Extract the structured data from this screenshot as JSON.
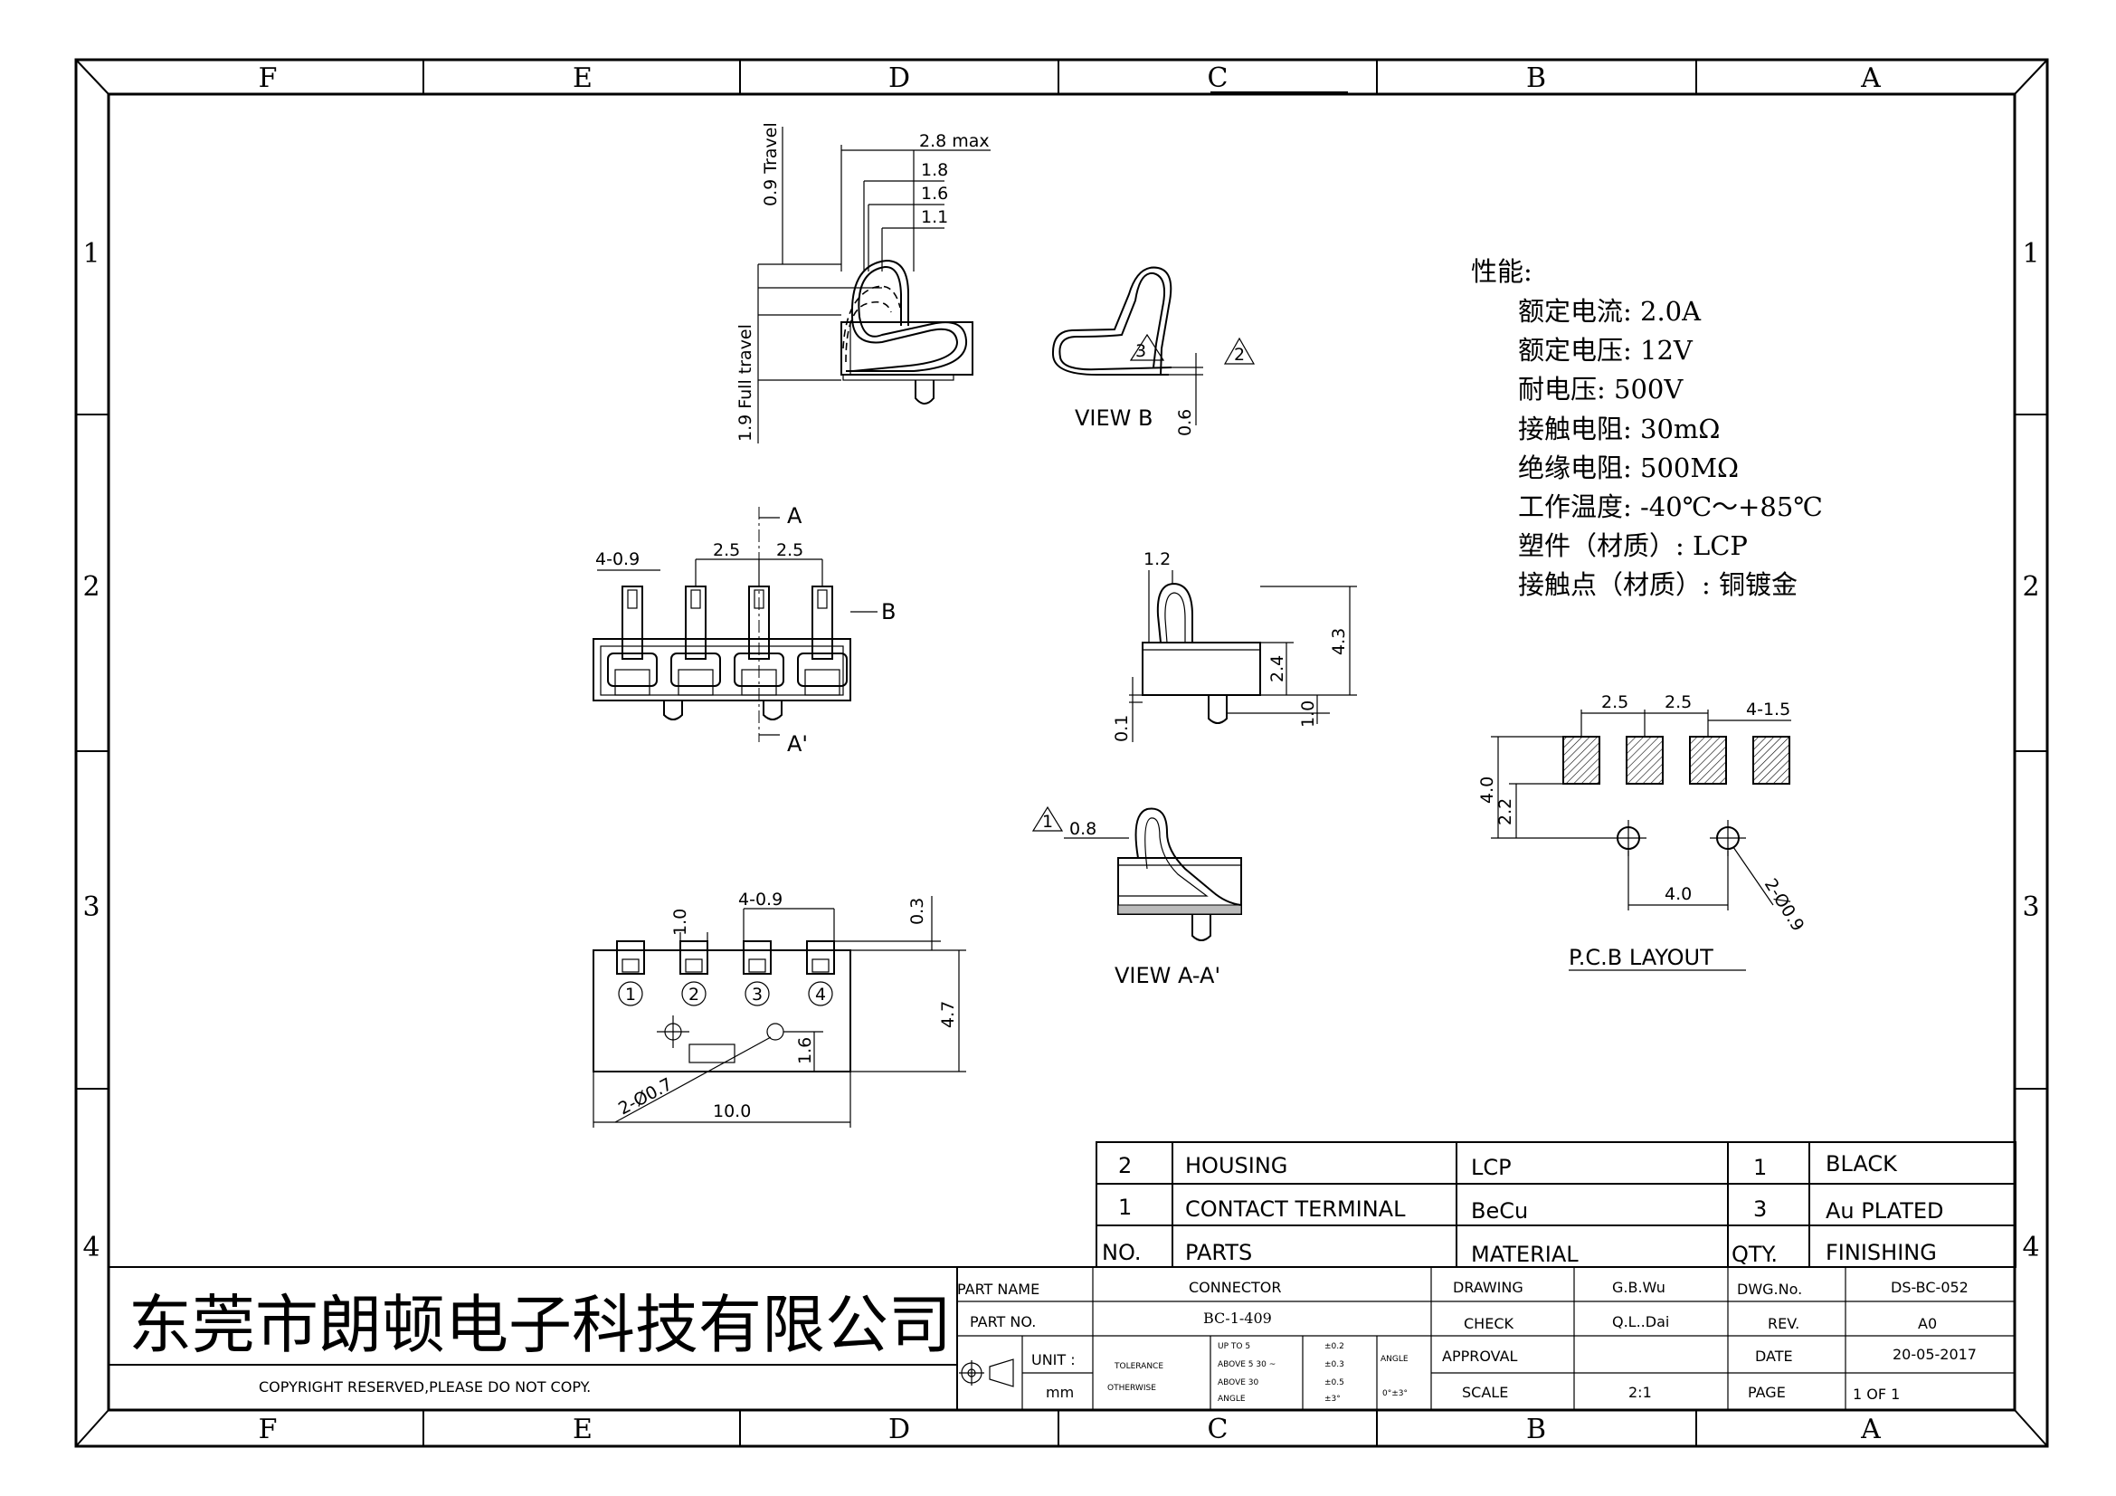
{
  "zones": {
    "columns": [
      "F",
      "E",
      "D",
      "C",
      "B",
      "A"
    ],
    "rows": [
      "1",
      "2",
      "3",
      "4"
    ]
  },
  "dimensions": {
    "side": {
      "travel": "0.9 Travel",
      "full_travel": "1.9 Full travel",
      "d28": "2.8 max",
      "d18": "1.8",
      "d16": "1.6",
      "d11": "1.1"
    },
    "view_b": {
      "title": "VIEW  B",
      "d06": "0.6",
      "mark3": "3",
      "mark2": "2"
    },
    "top": {
      "pin": "4-0.9",
      "p1": "2.5",
      "p2": "2.5",
      "A": "A",
      "A2": "A'",
      "B": "B"
    },
    "end": {
      "d12": "1.2",
      "d43": "4.3",
      "d24": "2.4",
      "d10": "1.0",
      "d01": "0.1"
    },
    "view_aa": {
      "title": "VIEW  A-A'",
      "d08": "0.8",
      "mark1": "1"
    },
    "bottom": {
      "pin": "4-0.9",
      "d10": "1.0",
      "d03": "0.3",
      "d47": "4.7",
      "d16": "1.6",
      "holes": "2-Ø0.7",
      "width": "10.0",
      "n1": "1",
      "n2": "2",
      "n3": "3",
      "n4": "4"
    },
    "pcb": {
      "title": "P.C.B  LAYOUT",
      "p1": "2.5",
      "p2": "2.5",
      "pad": "4-1.5",
      "h40": "4.0",
      "h22": "2.2",
      "w40": "4.0",
      "holes": "2-Ø0.9"
    }
  },
  "specs": {
    "heading": "性能:",
    "lines": [
      "额定电流: 2.0A",
      "额定电压: 12V",
      "耐电压: 500V",
      "接触电阻: 30mΩ",
      "绝缘电阻: 500MΩ",
      "工作温度: -40℃～+85℃",
      "塑件（材质）: LCP",
      "接触点（材质）: 铜镀金"
    ]
  },
  "bom": {
    "rows": [
      {
        "no": "2",
        "part": "HOUSING",
        "material": "LCP",
        "qty": "1",
        "finish": "BLACK"
      },
      {
        "no": "1",
        "part": "CONTACT TERMINAL",
        "material": "BeCu",
        "qty": "3",
        "finish": "Au PLATED"
      }
    ],
    "header": {
      "no": "NO.",
      "part": "PARTS",
      "material": "MATERIAL",
      "qty": "QTY.",
      "finish": "FINISHING"
    }
  },
  "title_block": {
    "company": "东莞市朗顿电子科技有限公司",
    "copyright": "COPYRIGHT RESERVED,PLEASE DO NOT COPY.",
    "part_name_label": "PART NAME",
    "part_name": "CONNECTOR",
    "part_no_label": "PART NO.",
    "part_no": "BC-1-409",
    "unit_label": "UNIT  :",
    "unit": "mm",
    "tolerance": "TOLERANCE",
    "otherwise": "OTHERWISE",
    "tol_lines": [
      {
        "range": "UP TO 5",
        "val": "±0.2"
      },
      {
        "range": "ABOVE 5  30 ~",
        "val": "±0.3"
      },
      {
        "range": "ABOVE 30",
        "val": "±0.5"
      },
      {
        "range": "ANGLE",
        "val": "±3°"
      }
    ],
    "angle_label": "ANGLE",
    "angle_val": "0°±3°",
    "drawing_label": "DRAWING",
    "drawing": "G.B.Wu",
    "check_label": "CHECK",
    "check": "Q.L..Dai",
    "approval_label": "APPROVAL",
    "approval": "",
    "scale_label": "SCALE",
    "scale": "2:1",
    "dwg_label": "DWG.No.",
    "dwg": "DS-BC-052",
    "rev_label": "REV.",
    "rev": "A0",
    "date_label": "DATE",
    "date": "20-05-2017",
    "page_label": "PAGE",
    "page": "1 OF 1"
  }
}
